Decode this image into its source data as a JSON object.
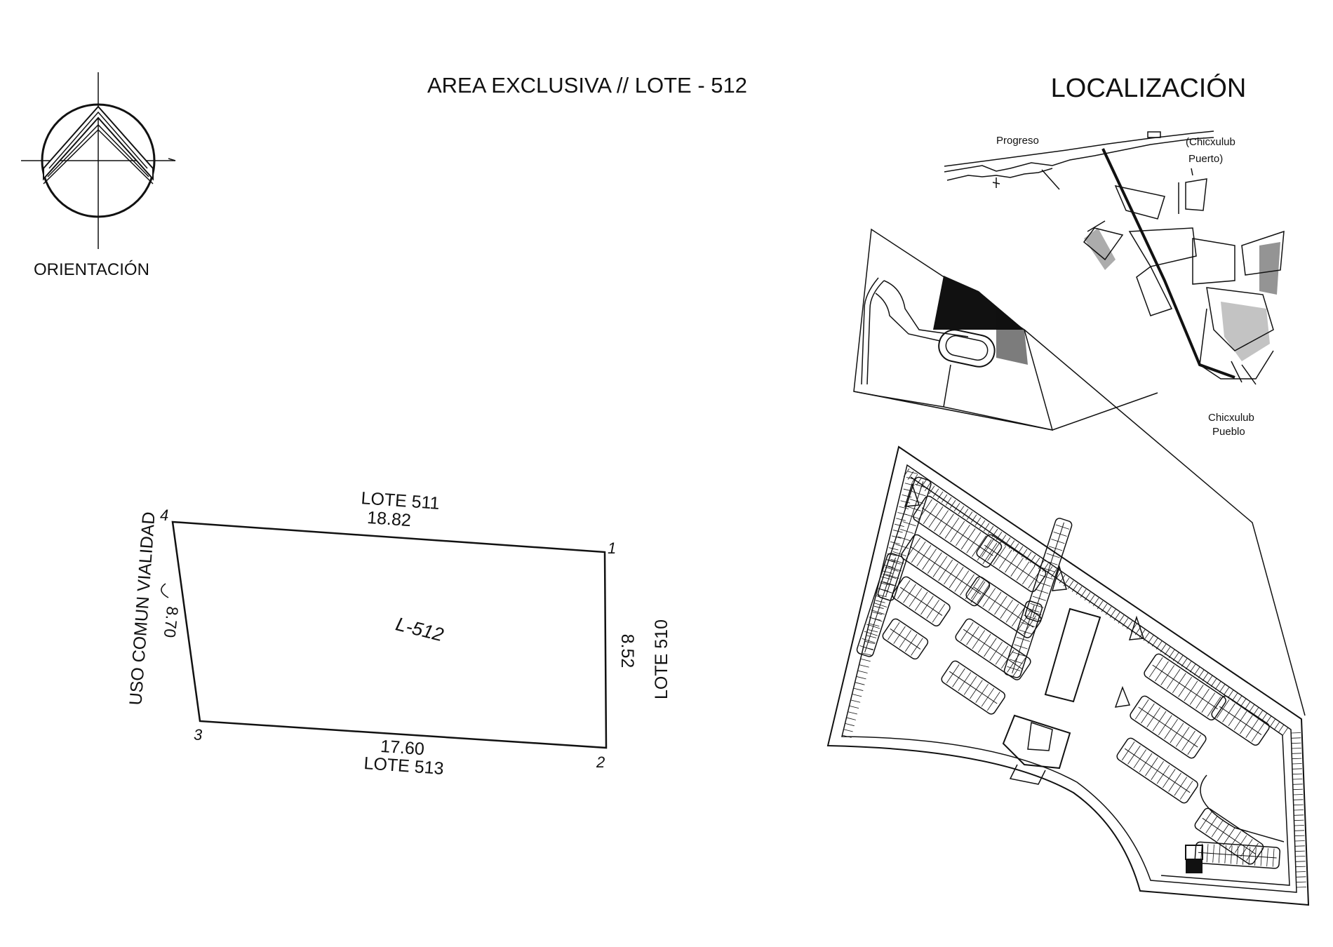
{
  "title": "AREA EXCLUSIVA // LOTE - 512",
  "orientation": {
    "label": "ORIENTACIÓN",
    "icon": "north-arrow-icon"
  },
  "location": {
    "heading": "LOCALIZACIÓN",
    "places": {
      "progreso": "Progreso",
      "chicxulub_puerto_1": "(Chicxulub",
      "chicxulub_puerto_2": "Puerto)",
      "chicxulub_pueblo_1": "Chicxulub",
      "chicxulub_pueblo_2": "Pueblo"
    }
  },
  "lot": {
    "name": "L-512",
    "vertices": [
      "1",
      "2",
      "3",
      "4"
    ],
    "north": {
      "neighbor": "LOTE 511",
      "length": "18.82"
    },
    "east": {
      "neighbor": "LOTE 510",
      "length": "8.52"
    },
    "south": {
      "neighbor": "LOTE 513",
      "length": "17.60"
    },
    "west": {
      "neighbor": "USO COMUN VIALIDAD",
      "length": "8.70"
    }
  }
}
